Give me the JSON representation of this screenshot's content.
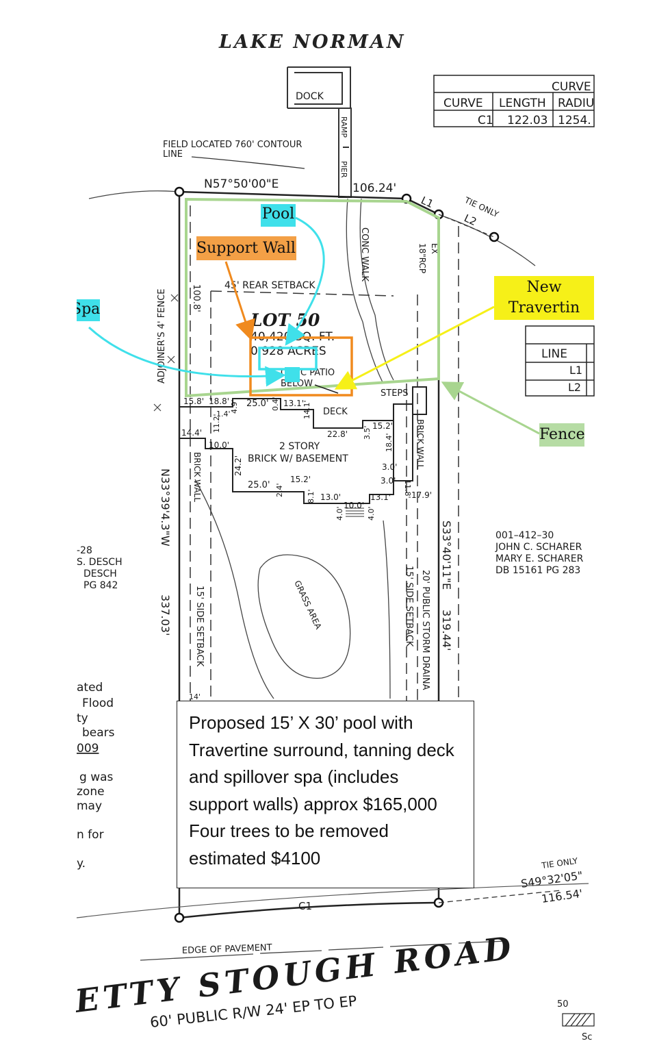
{
  "title": "LAKE NORMAN",
  "curve_table": {
    "header": "CURVE",
    "columns": [
      "CURVE",
      "LENGTH",
      "RADIU"
    ],
    "rows": [
      [
        "C1",
        "122.03",
        "1254."
      ]
    ]
  },
  "line_table": {
    "columns": [
      "LINE",
      ""
    ],
    "rows": [
      [
        "L1"
      ],
      [
        "L2"
      ]
    ]
  },
  "callouts": {
    "pool": "Pool",
    "support_walls": "Support Walls",
    "spa": "Spa",
    "new_travertine_decking": "New Travertin Decking",
    "fence": "Fence"
  },
  "labels": {
    "dock": "DOCK",
    "ramp": "RAMP",
    "pier": "PIER",
    "field_located": "FIELD LOCATED 760' CONTOUR",
    "field_located_line2": "LINE",
    "bearing_north": "N57°50'00\"E",
    "dist_north": "106.24'",
    "l1": "L1",
    "l2": "L2",
    "tie_only_top": "TIE ONLY",
    "conc_walk": "CONC WALK",
    "rcp": "18\"RCP",
    "ex": "EX",
    "rear_setback": "45' REAR SETBACK",
    "dim_100": "100.8'",
    "adjoiner_fence": "ADJOINER'S 4' FENCE",
    "lot": "LOT 50",
    "sqft": "40,420 SQ. FT.",
    "acres": "0.928 ACRES",
    "conc_patio": "CONC PATIO",
    "below": "BELOW",
    "steps": "STEPS",
    "deck": "DECK",
    "story": "2 STORY",
    "brick_basement": "BRICK W/ BASEMENT",
    "brick_wall_left": "BRICK WALL",
    "brick_wall_right": "BRICK WALL",
    "d_158": "15.8'",
    "d_188": "18.8'",
    "d_250a": "25.0'",
    "d_131": "13.1'",
    "d_04": "0.4'",
    "d_141": "14.1'",
    "d_14": "1.4'",
    "d_49": "4.9'",
    "d_144": "14.4'",
    "d_112": "11.2'",
    "d_100a": "10.0'",
    "d_242": "24.2'",
    "d_250b": "25.0'",
    "d_24": "2.4'",
    "d_152a": "15.2'",
    "d_81": "8.1'",
    "d_130": "13.0'",
    "d_100b": "10.0'",
    "d_40a": "4.0'",
    "d_40b": "4.0'",
    "d_131b": "13.1'",
    "d_179": "17.9'",
    "d_30a": "3.0'",
    "d_30b": "3.0'",
    "d_228": "22.8'",
    "d_35": "3.5'",
    "d_152b": "15.2'",
    "d_184": "18.4'",
    "d_118": "11.8'",
    "bearing_west": "N33°39'4.3\"W",
    "dist_west": "337.03'",
    "side_setback_left": "15' SIDE SETBACK",
    "side_setback_right": "15' SIDE SETBACK",
    "storm_drain": "20' PUBLIC STORM DRAINA",
    "bearing_east": "S33°40'11\"E",
    "dist_east": "319.44'",
    "grass_area": "GRASS AREA",
    "d_14b": "14'",
    "c1": "C1",
    "tie_only_bottom": "TIE ONLY",
    "bearing_south": "S49°32'05\"",
    "dist_south": "116.54'",
    "edge_pavement": "EDGE OF PAVEMENT",
    "road": "ETTY STOUGH ROAD",
    "row": "60' PUBLIC R/W 24' EP TO EP",
    "scale_50": "50",
    "scale_s": "Sc"
  },
  "neighbor_right": [
    "001–412–30",
    "JOHN C. SCHARER",
    "MARY E. SCHARER",
    "DB 15161 PG 283"
  ],
  "neighbor_left": [
    "-28",
    "S. DESCH",
    "DESCH",
    "PG 842"
  ],
  "left_note": [
    "ated",
    "Flood",
    "ty",
    "bears",
    "009",
    "",
    "g was",
    "zone",
    "may",
    "",
    "n for",
    "",
    "y."
  ],
  "proposal": "Proposed 15’ X 30’ pool with\nTravertine surround, tanning deck\nand spillover spa (includes\nsupport walls) approx $165,000\nFour trees to be removed\nestimated $4100",
  "colors": {
    "cyan": "#3fe0ea",
    "orange": "#f08a1e",
    "yellow": "#f6f018",
    "green": "#a8d58f",
    "ink": "#1a1a1a"
  }
}
